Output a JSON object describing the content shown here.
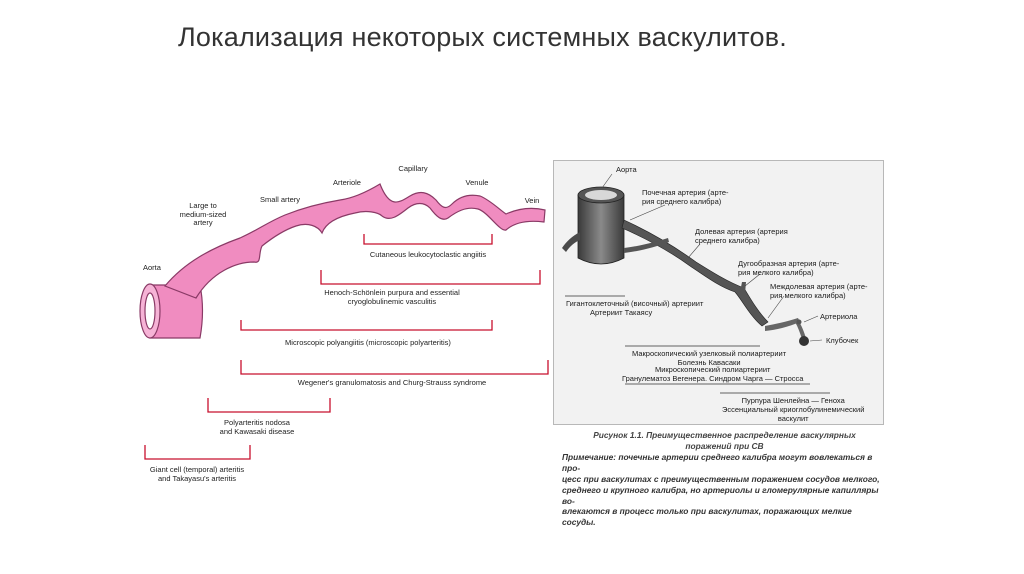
{
  "slide": {
    "title": "Локализация некоторых системных васкулитов."
  },
  "left_diagram": {
    "vessel_labels": {
      "aorta": "Aorta",
      "large_artery": [
        "Large to",
        "medium-sized",
        "artery"
      ],
      "small_artery": "Small artery",
      "arteriole": "Arteriole",
      "capillary": "Capillary",
      "venule": "Venule",
      "vein": "Vein"
    },
    "disease_labels": {
      "cutaneous": "Cutaneous leukocytoclastic angiitis",
      "henoch": [
        "Henoch-Schönlein purpura and essential",
        "cryoglobulinemic vasculitis"
      ],
      "microscopic": "Microscopic polyangiitis (microscopic polyarteritis)",
      "wegener": "Wegener's granulomatosis and Churg-Strauss syndrome",
      "pan": [
        "Polyarteritis nodosa",
        "and Kawasaki disease"
      ],
      "giant_cell": [
        "Giant cell (temporal) arteritis",
        "and Takayasu's arteritis"
      ]
    },
    "colors": {
      "vessel": "#f08cc0",
      "bracket": "#c8102e"
    }
  },
  "right_figure": {
    "labels": {
      "aorta": "Аорта",
      "renal": [
        "Почечная артерия (арте-",
        "рия среднего калибра)"
      ],
      "lobar": [
        "Долевая артерия (артерия",
        "среднего калибра)"
      ],
      "arcuate": [
        "Дугообразная артерия (арте-",
        "рия мелкого калибра)"
      ],
      "interlobular": [
        "Междолевая артерия (арте-",
        "рия мелкого калибра)"
      ],
      "arteriole": "Артериола",
      "glomerulus": "Клубочек",
      "giant_cell": [
        "Гигантоклеточный (височный) артериит",
        "Артериит Такаясу"
      ],
      "macroscopic": [
        "Макроскопический узелковый полиартериит",
        "Болезнь Кавасаки"
      ],
      "microscopic": [
        "Микроскопический полиартериит",
        "Гранулематоз Вегенера. Синдром Чарга — Стросса"
      ],
      "purpura": [
        "Пурпура Шенлейна — Геноха",
        "Эссенциальный криоглобулинемический",
        "васкулит"
      ]
    },
    "caption": {
      "title": [
        "Рисунок 1.1. Преимущественное распределение васкулярных",
        "поражений при СВ"
      ],
      "note": [
        "Примечание: почечные артерии среднего калибра могут вовлекаться в про-",
        "цесс при васкулитах с преимущественным поражением сосудов мелкого,",
        "среднего и крупного калибра, но артериолы и гломерулярные капилляры во-",
        "влекаются в процесс только при васкулитах, поражающих мелкие сосуды."
      ]
    }
  }
}
